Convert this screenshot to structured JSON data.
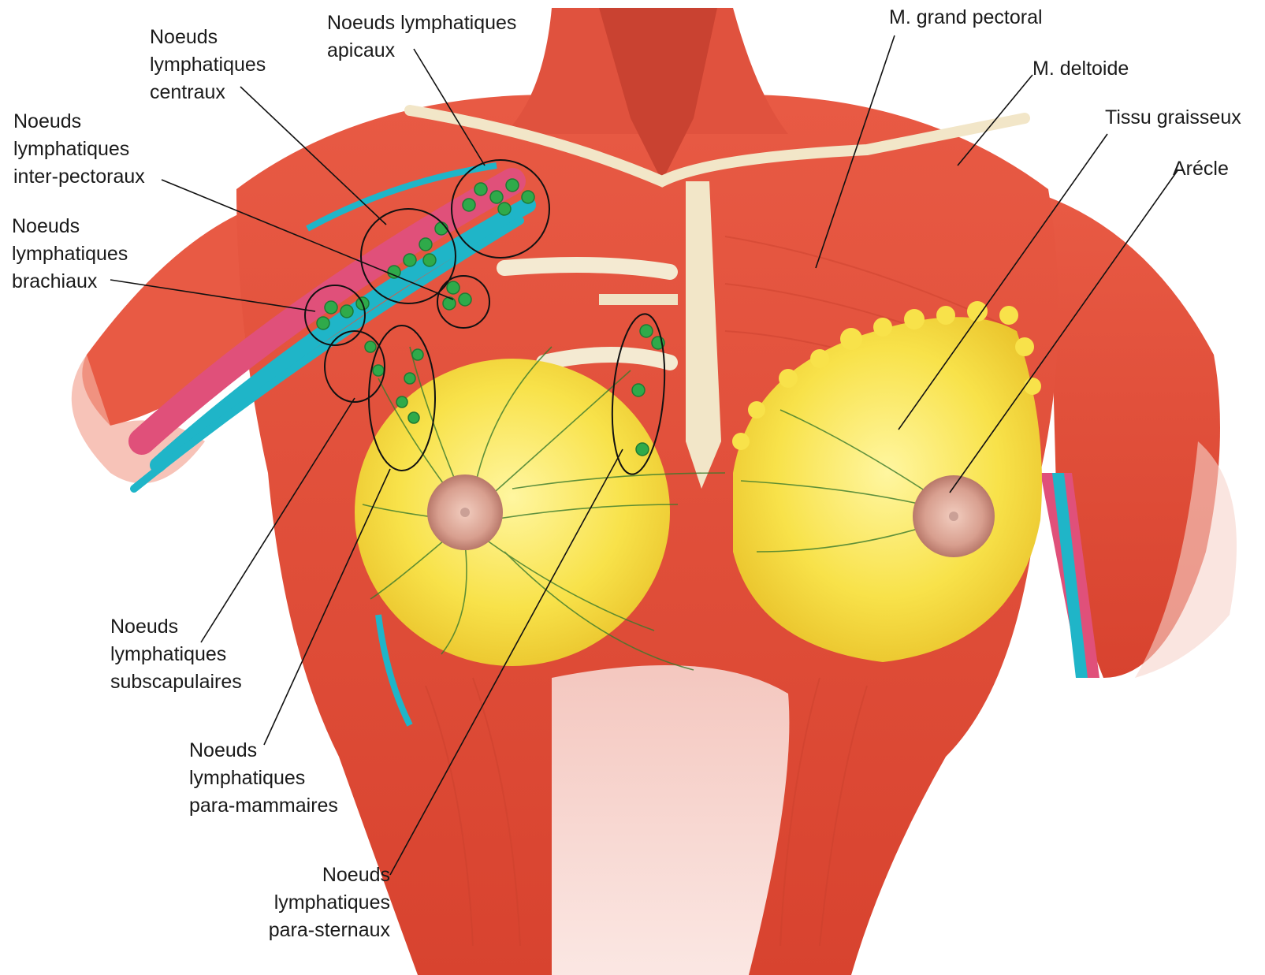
{
  "labels": {
    "apicaux": [
      "Noeuds lymphatiques",
      "apicaux"
    ],
    "centraux": [
      "Noeuds",
      "lymphatiques",
      "centraux"
    ],
    "inter_pectoraux": [
      "Noeuds",
      "lymphatiques",
      "inter-pectoraux"
    ],
    "brachiaux": [
      "Noeuds",
      "lymphatiques",
      "brachiaux"
    ],
    "subscapulaires": [
      "Noeuds",
      "lymphatiques",
      "subscapulaires"
    ],
    "para_mammaires": [
      "Noeuds",
      "lymphatiques",
      "para-mammaires"
    ],
    "para_sternaux": [
      "Noeuds",
      "lymphatiques",
      "para-sternaux"
    ],
    "grand_pectoral": [
      "M. grand pectoral"
    ],
    "deltoide": [
      "M. deltoide"
    ],
    "tissu_graisseux": [
      "Tissu graisseux"
    ],
    "areole": [
      "Arécle"
    ]
  },
  "colors": {
    "muscle": "#e2503c",
    "muscle_dark": "#c93a2a",
    "muscle_light": "#f07a63",
    "skin_pale": "#f6d3cc",
    "tendon": "#f2e6c8",
    "fat": "#f5dd3a",
    "fat_light": "#fff07a",
    "areola": "#d79a8a",
    "lymph_node": "#2faa4a",
    "vein": "#1fb5c8",
    "artery": "#e0507a",
    "leader_line": "#111111"
  }
}
